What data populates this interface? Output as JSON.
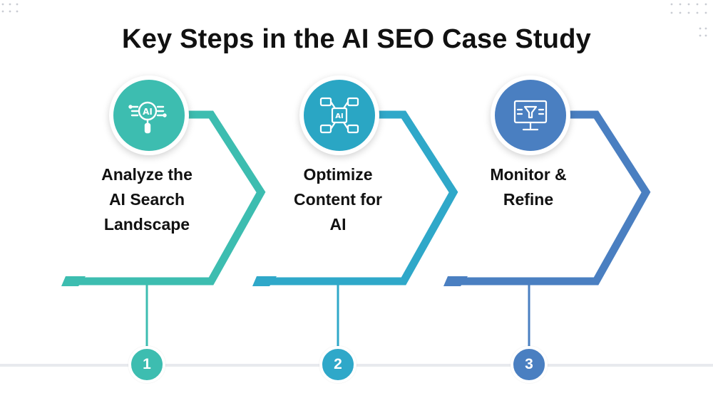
{
  "title": "Key Steps in the AI SEO Case Study",
  "steps": [
    {
      "number": "1",
      "label_lines": [
        "Analyze the",
        "AI Search",
        "Landscape"
      ],
      "icon": "ai-magnifier-icon",
      "color": "#3dbdb0",
      "icon_bg": "#3dbdb0"
    },
    {
      "number": "2",
      "label_lines": [
        "Optimize",
        "Content for",
        "AI"
      ],
      "icon": "ai-content-chip-icon",
      "color": "#2fa8c9",
      "icon_bg": "#2aa6c4"
    },
    {
      "number": "3",
      "label_lines": [
        "Monitor &",
        "Refine"
      ],
      "icon": "monitor-funnel-icon",
      "color": "#4a7fc1",
      "icon_bg": "#4a7fc1"
    }
  ],
  "colors": {
    "title": "#111111",
    "baseline": "#e8eaee",
    "dots": "#c9ccd3"
  }
}
